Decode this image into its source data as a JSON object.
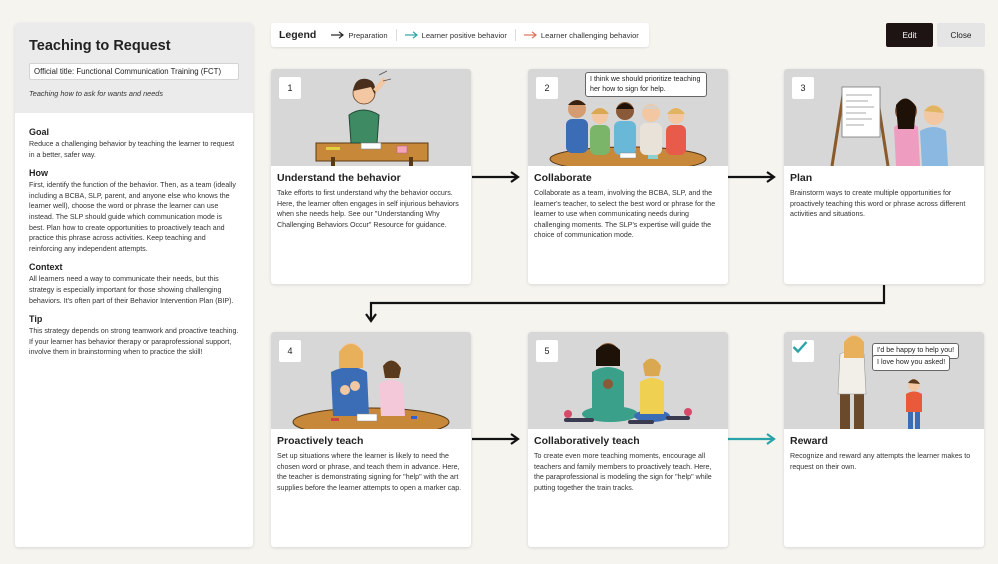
{
  "sidebar": {
    "title": "Teaching to Request",
    "official_title": "Official title: Functional Communication Training (FCT)",
    "subtitle": "Teaching how to ask for wants and needs",
    "sections": [
      {
        "heading": "Goal",
        "text": "Reduce a challenging behavior by teaching the learner to request in a better, safer way."
      },
      {
        "heading": "How",
        "text": "First, identify the function of the behavior. Then, as a team (ideally including a BCBA, SLP, parent, and anyone else who knows the learner well), choose the word or phrase the learner can use instead. The SLP should guide which communication mode is best. Plan how to create opportunities to proactively teach and practice this phrase across activities. Keep teaching and reinforcing any independent attempts."
      },
      {
        "heading": "Context",
        "text": "All learners need a way to communicate their needs, but this strategy is especially important for those showing challenging behaviors. It's often part of their Behavior Intervention Plan (BIP)."
      },
      {
        "heading": "Tip",
        "text": "This strategy depends on strong teamwork and proactive teaching. If your learner has behavior therapy or paraprofessional support, involve them in brainstorming when to practice the skill!"
      }
    ]
  },
  "legend": {
    "title": "Legend",
    "items": [
      {
        "label": "Preparation",
        "color": "#222222"
      },
      {
        "label": "Learner positive behavior",
        "color": "#2aa3a8"
      },
      {
        "label": "Learner challenging behavior",
        "color": "#e0705a"
      }
    ]
  },
  "toolbar": {
    "edit": "Edit",
    "close": "Close"
  },
  "cards": [
    {
      "number": "1",
      "title": "Understand the behavior",
      "text": "Take efforts to first understand why the behavior occurs. Here, the learner often engages in self injurious behaviors when she needs help. See our \"Understanding Why Challenging Behaviors Occur\" Resource for guidance."
    },
    {
      "number": "2",
      "title": "Collaborate",
      "text": "Collaborate as a team, involving the BCBA, SLP, and the learner's teacher, to select the best word or phrase for the learner to use when communicating needs during challenging moments. The SLP's expertise will guide the choice of communication mode.",
      "bubble": "I think we should prioritize teaching her how to sign for help."
    },
    {
      "number": "3",
      "title": "Plan",
      "text": "Brainstorm ways to create multiple opportunities for proactively teaching this word or phrase across different activities and situations."
    },
    {
      "number": "4",
      "title": "Proactively teach",
      "text": "Set up situations where the learner is likely to need the chosen word or phrase, and teach them in advance. Here, the teacher is demonstrating signing for \"help\" with the art supplies before the learner attempts to open a marker cap."
    },
    {
      "number": "5",
      "title": "Collaboratively teach",
      "text": "To create even more teaching moments, encourage all teachers and family members to proactively teach. Here, the paraprofessional is modeling the sign for \"help\" while putting together the train tracks."
    },
    {
      "number": "",
      "title": "Reward",
      "text": "Recognize and reward any attempts the learner makes to request on their own.",
      "bubble_1": "I'd be happy to help you!",
      "bubble_2": "I love how you asked!",
      "check_icon": "checkmark-icon"
    }
  ]
}
